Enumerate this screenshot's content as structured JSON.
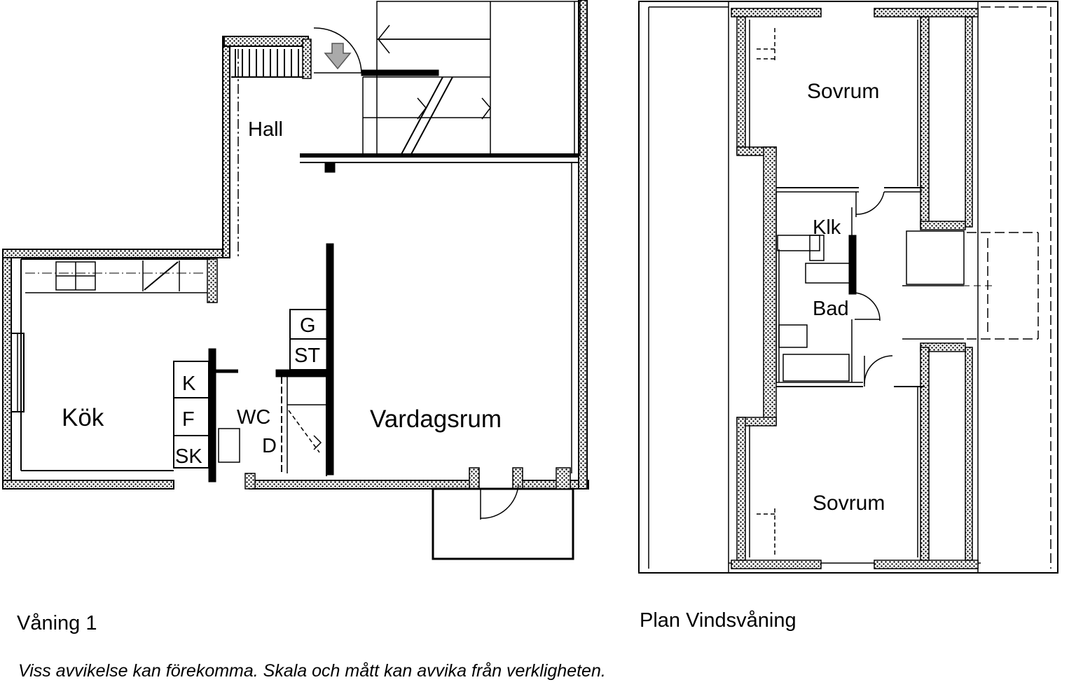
{
  "floor1": {
    "caption": "Våning 1",
    "labels": {
      "hall": "Hall",
      "kok": "Kök",
      "vardagsrum": "Vardagsrum",
      "wc": "WC",
      "d": "D",
      "g": "G",
      "st": "ST",
      "k": "K",
      "f": "F",
      "sk": "SK"
    }
  },
  "attic": {
    "caption": "Plan Vindsvåning",
    "labels": {
      "sovrum_top": "Sovrum",
      "klk": "Klk",
      "bad": "Bad",
      "sovrum_bottom": "Sovrum"
    }
  },
  "disclaimer": "Viss avvikelse kan förekomma. Skala och mått kan avvika från verkligheten.",
  "colors": {
    "ink": "#000000",
    "arrow": "#aaaaaa",
    "paper": "#ffffff"
  }
}
